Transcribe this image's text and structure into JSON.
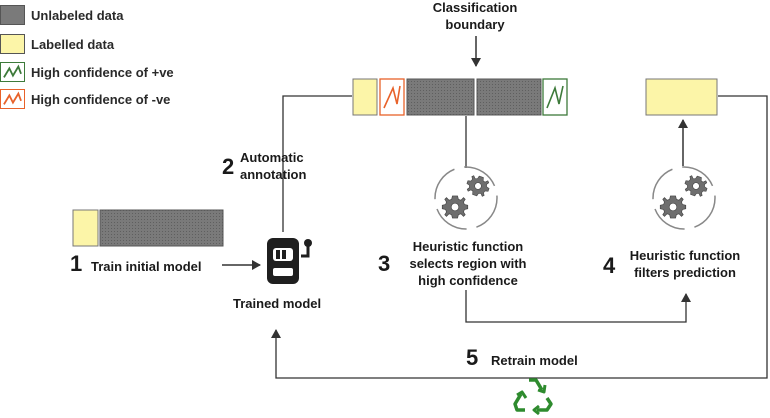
{
  "legend": [
    {
      "label": "Unlabeled data",
      "kind": "unlabeled"
    },
    {
      "label": "Labelled data",
      "kind": "labelled"
    },
    {
      "label": "High confidence of +ve",
      "kind": "positive"
    },
    {
      "label": "High confidence of -ve",
      "kind": "negative"
    }
  ],
  "boundary": {
    "line1": "Classification",
    "line2": "boundary"
  },
  "steps": {
    "s1": {
      "num": "1",
      "label": "Train initial model"
    },
    "s2": {
      "num": "2",
      "line1": "Automatic",
      "line2": "annotation"
    },
    "s3": {
      "num": "3",
      "line1": "Heuristic function",
      "line2": "selects region with",
      "line3": "high confidence"
    },
    "s4": {
      "num": "4",
      "line1": "Heuristic function",
      "line2": "filters prediction"
    },
    "s5": {
      "num": "5",
      "label": "Retrain model"
    }
  },
  "model_label": "Trained model",
  "colors": {
    "unlabeled": "#7a7a7a",
    "labelled": "#fcf5a8",
    "positive": "#3d7a3a",
    "negative": "#e8622a",
    "recycle": "#2e8b2e",
    "line": "#333333"
  }
}
